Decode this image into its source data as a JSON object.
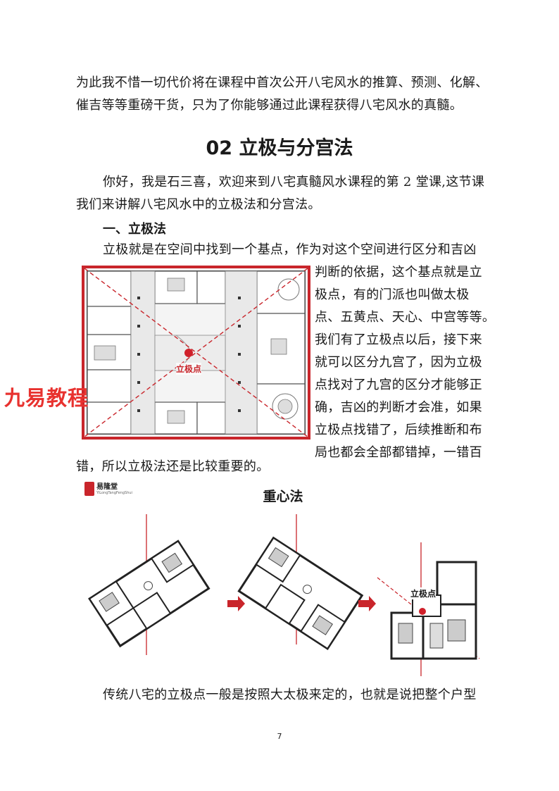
{
  "intro": {
    "line1": "为此我不惜一切代价将在课程中首次公开八宅风水的推算、预测、化解、",
    "line2": "催吉等等重磅干货，只为了你能够通过此课程获得八宅风水的真髓。"
  },
  "title": "02 立极与分宫法",
  "para1": {
    "line1": "你好，我是石三喜，欢迎来到八宅真髓风水课程的第 2 堂课,这节课",
    "line2": "我们来讲解八宅风水中的立极法和分宫法。"
  },
  "section": "一、立极法",
  "para2": {
    "line1": "立极就是在空间中找到一个基点，作为对这个空间进行区分和吉凶",
    "wrap": [
      "判断的依据，这个基点就是立",
      "极点，有的门派也叫做太极",
      "点、五黄点、天心、中宫等等。",
      "我们有了立极点以后，接下来",
      "就可以区分九宫了，因为立极",
      "点找对了九宫的区分才能够正",
      "确，吉凶的判断才会准，如果",
      "立极点找错了，后续推断和布",
      "局也都会全部都错掉，一错百"
    ],
    "last": "错，所以立极法还是比较重要的。"
  },
  "watermark": "九易教程",
  "figure1": {
    "label": "立极点"
  },
  "figure2": {
    "title": "重心法",
    "logo_text": "易隆堂",
    "logo_sub": "YiLongTangFengShui",
    "label": "立极点"
  },
  "para3": "传统八宅的立极点一般是按照大太极来定的，也就是说把整个户型",
  "page_number": "7",
  "colors": {
    "accent_red": "#c9252b",
    "watermark_red": "#e8322f"
  }
}
